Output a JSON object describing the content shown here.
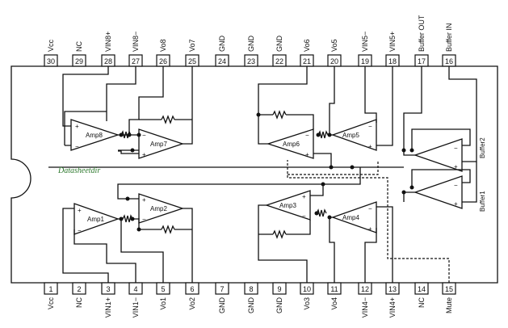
{
  "pins_top": [
    {
      "num": "30",
      "label": "Vcc"
    },
    {
      "num": "29",
      "label": "NC"
    },
    {
      "num": "28",
      "label": "VIN8+"
    },
    {
      "num": "27",
      "label": "VIN8−"
    },
    {
      "num": "26",
      "label": "Vo8"
    },
    {
      "num": "25",
      "label": "Vo7"
    },
    {
      "num": "24",
      "label": "GND"
    },
    {
      "num": "23",
      "label": "GND"
    },
    {
      "num": "22",
      "label": "GND"
    },
    {
      "num": "21",
      "label": "Vo6"
    },
    {
      "num": "20",
      "label": "Vo5"
    },
    {
      "num": "19",
      "label": "VIN5−"
    },
    {
      "num": "18",
      "label": "VIN5+"
    },
    {
      "num": "17",
      "label": "Buffer OUT"
    },
    {
      "num": "16",
      "label": "Buffer IN"
    }
  ],
  "pins_bottom": [
    {
      "num": "1",
      "label": "Vcc"
    },
    {
      "num": "2",
      "label": "NC"
    },
    {
      "num": "3",
      "label": "VIN1+"
    },
    {
      "num": "4",
      "label": "VIN1−"
    },
    {
      "num": "5",
      "label": "Vo1"
    },
    {
      "num": "6",
      "label": "Vo2"
    },
    {
      "num": "7",
      "label": "GND"
    },
    {
      "num": "8",
      "label": "GND"
    },
    {
      "num": "9",
      "label": "GND"
    },
    {
      "num": "10",
      "label": "Vo3"
    },
    {
      "num": "11",
      "label": "Vo4"
    },
    {
      "num": "12",
      "label": "VIN4−"
    },
    {
      "num": "13",
      "label": "VIN4+"
    },
    {
      "num": "14",
      "label": "NC"
    },
    {
      "num": "15",
      "label": "Mute"
    }
  ],
  "amplifiers": [
    {
      "id": "amp8",
      "label": "Amp8"
    },
    {
      "id": "amp7",
      "label": "Amp7"
    },
    {
      "id": "amp6",
      "label": "Amp6"
    },
    {
      "id": "amp5",
      "label": "Amp5"
    },
    {
      "id": "amp1",
      "label": "Amp1"
    },
    {
      "id": "amp2",
      "label": "Amp2"
    },
    {
      "id": "amp3",
      "label": "Amp3"
    },
    {
      "id": "amp4",
      "label": "Amp4"
    }
  ],
  "buffers": [
    {
      "id": "buffer2",
      "label": "Buffer2"
    },
    {
      "id": "buffer1",
      "label": "Buffer1"
    }
  ],
  "watermark": "Datasheetdir"
}
